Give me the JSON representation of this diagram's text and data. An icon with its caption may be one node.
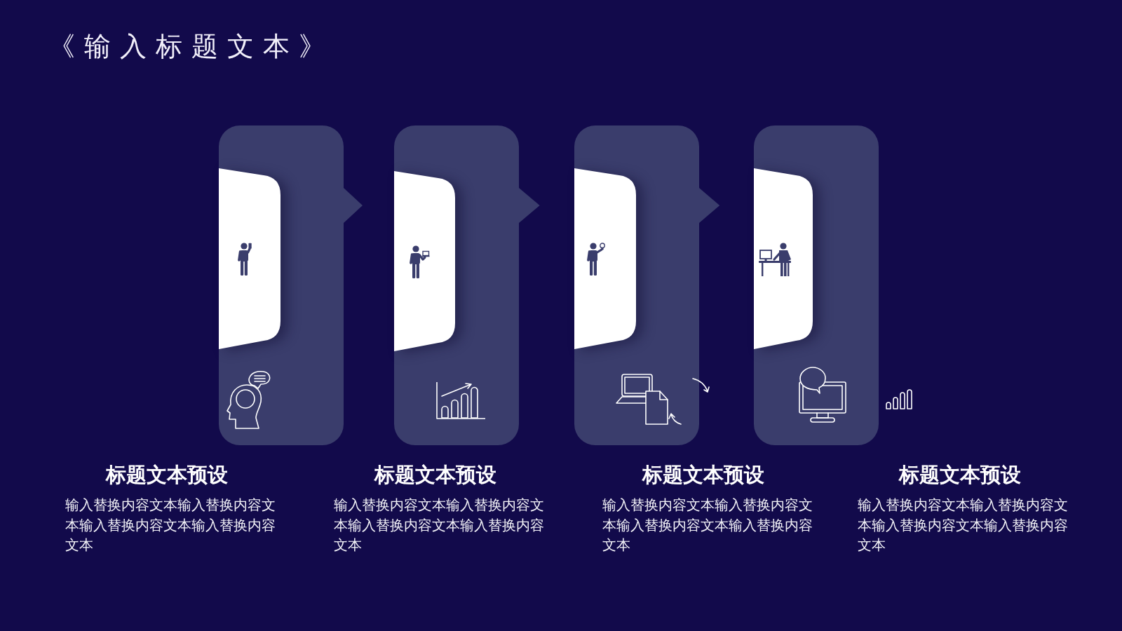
{
  "diagram": {
    "title": "《输入标题文本》",
    "nodes": [
      {
        "text": [
          "标题文本预设",
          "输入替换内容文本输入替换内容文本输入替换内容文本输入替换内容文本"
        ]
      },
      {
        "text": [
          "标题文本预设",
          "输入替换内容文本输入替换内容文本输入替换内容文本输入替换内容文本"
        ]
      },
      {
        "text": [
          "标题文本预设",
          "输入替换内容文本输入替换内容文本输入替换内容文本输入替换内容文本"
        ]
      },
      {
        "text": [
          "标题文本预设",
          "输入替换内容文本输入替换内容文本输入替换内容文本输入替换内容文本"
        ]
      }
    ],
    "edges": [
      {
        "from": 0,
        "to": 1,
        "arrow": "to"
      },
      {
        "from": 1,
        "to": 2,
        "arrow": "to"
      },
      {
        "from": 2,
        "to": 3,
        "arrow": "to"
      }
    ]
  }
}
